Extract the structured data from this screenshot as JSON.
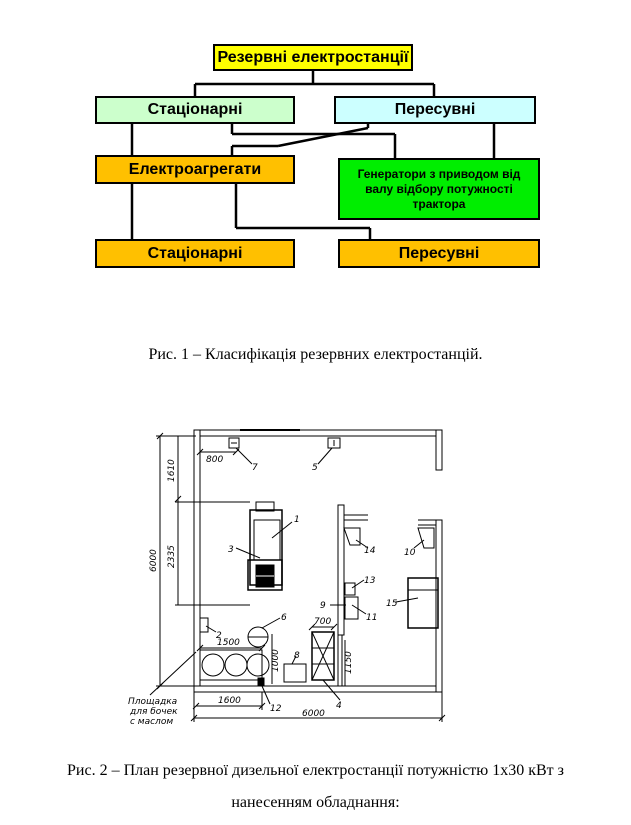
{
  "diagram": {
    "root": "Резервні електростанції",
    "stationary": "Стаціонарні",
    "mobile": "Пересувні",
    "power_units": "Електроагрегати",
    "tractor_generators": "Генератори з приводом від валу відбору потужності трактора",
    "stationary_2": "Стаціонарні",
    "mobile_2": "Пересувні",
    "colors": {
      "root": "#ffff00",
      "stationary": "#ccffcc",
      "mobile": "#ccffff",
      "orange": "#ffc000",
      "green": "#00ee00"
    }
  },
  "caption1": "Рис. 1 –  Класифікація резервних електростанцій.",
  "plan": {
    "dims": {
      "d800": "800",
      "d1610": "1610",
      "d2335": "2335",
      "d6000_left": "6000",
      "d700": "700",
      "d1500": "1500",
      "d1000": "1000",
      "d1150": "1150",
      "d1600": "1600",
      "d6000_bottom": "6000"
    },
    "labels": {
      "n1": "1",
      "n2": "2",
      "n3": "3",
      "n4": "4",
      "n5": "5",
      "n6": "6",
      "n7": "7",
      "n8": "8",
      "n9": "9",
      "n10": "10",
      "n11": "11",
      "n12": "12",
      "n13": "13",
      "n14": "14",
      "n15": "15"
    },
    "area_note_1": "Площадка",
    "area_note_2": "для бочек",
    "area_note_3": "с маслом"
  },
  "caption2_line1": "Рис. 2 – План резервної дизельної електростанції потужністю 1х30 кВт з",
  "caption2_line2": "нанесенням обладнання:"
}
